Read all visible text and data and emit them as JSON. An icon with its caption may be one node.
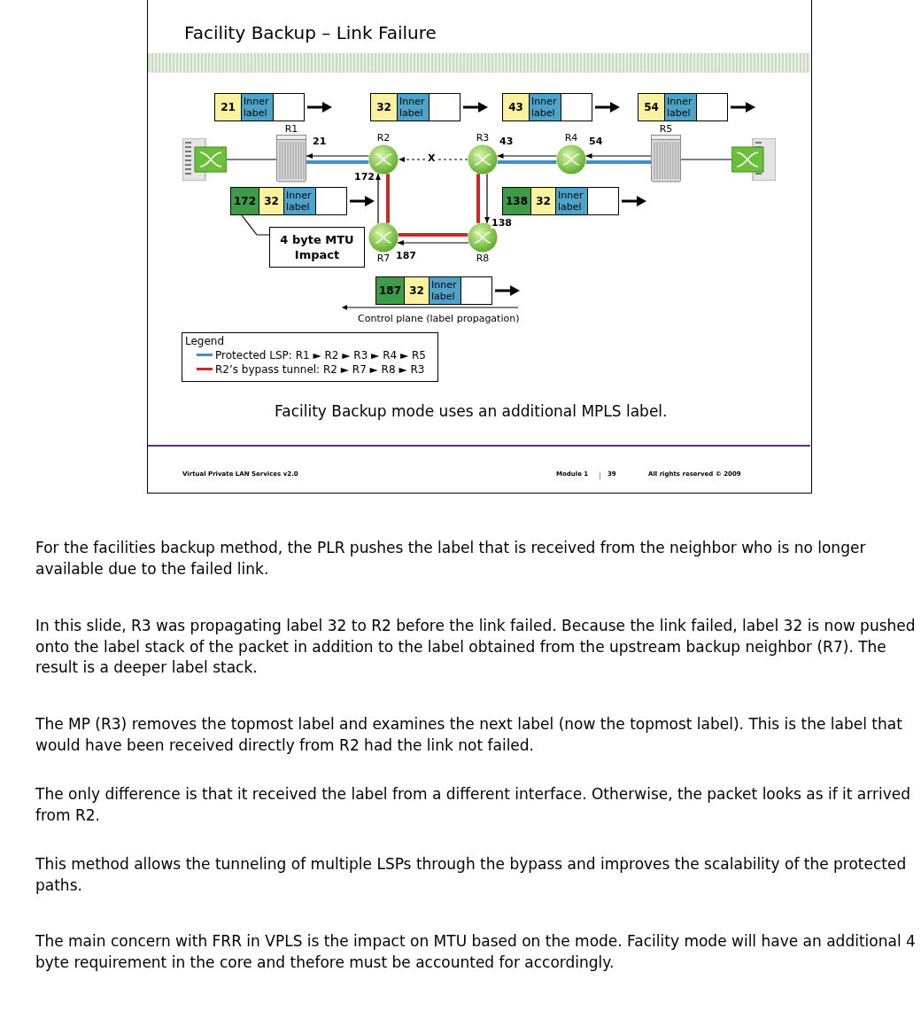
{
  "diagram": {
    "title": "Facility Backup – Link Failure",
    "caption": "Facility Backup mode uses an additional MPLS label.",
    "nodes": [
      {
        "text": [],
        "shape": "box"
      },
      {
        "text": [
          "R1"
        ]
      },
      {
        "text": [
          "R2"
        ]
      },
      {
        "text": [
          "R3"
        ]
      },
      {
        "text": [
          "R4"
        ]
      },
      {
        "text": [
          "R5"
        ]
      },
      {
        "text": [],
        "shape": "box"
      },
      {
        "text": [
          "R7"
        ]
      },
      {
        "text": [
          "R8"
        ]
      },
      {
        "text": [
          "21",
          "Inner label"
        ]
      },
      {
        "text": [
          "32",
          "Inner label"
        ]
      },
      {
        "text": [
          "43",
          "Inner label"
        ]
      },
      {
        "text": [
          "54",
          "Inner label"
        ]
      },
      {
        "text": [
          "172",
          "32",
          "Inner label"
        ]
      },
      {
        "text": [
          "138",
          "32",
          "Inner label"
        ]
      },
      {
        "text": [
          "187",
          "32",
          "Inner label"
        ]
      },
      {
        "text": [
          "4 byte MTU Impact"
        ]
      }
    ],
    "edges": [
      {
        "from": 0,
        "to": 1,
        "arrow": "none"
      },
      {
        "from": 1,
        "to": 2,
        "arrow": "none",
        "style": "thick",
        "color": "#3d8fd0"
      },
      {
        "from": 2,
        "to": 1,
        "arrow": "to",
        "label": "21"
      },
      {
        "from": 3,
        "to": 2,
        "arrow": "to",
        "style": "dashed",
        "label": "X"
      },
      {
        "from": 4,
        "to": 3,
        "arrow": "none",
        "style": "thick",
        "color": "#3d8fd0"
      },
      {
        "from": 4,
        "to": 3,
        "arrow": "to",
        "label": "43"
      },
      {
        "from": 5,
        "to": 4,
        "arrow": "none",
        "style": "thick",
        "color": "#3d8fd0"
      },
      {
        "from": 5,
        "to": 4,
        "arrow": "to",
        "label": "54"
      },
      {
        "from": 5,
        "to": 6,
        "arrow": "none"
      },
      {
        "from": 2,
        "to": 7,
        "arrow": "none",
        "style": "thick",
        "color": "#cc2a2a"
      },
      {
        "from": 7,
        "to": 2,
        "arrow": "to",
        "label": "172"
      },
      {
        "from": 7,
        "to": 8,
        "arrow": "none",
        "style": "thick",
        "color": "#cc2a2a"
      },
      {
        "from": 8,
        "to": 7,
        "arrow": "to",
        "label": "187"
      },
      {
        "from": 8,
        "to": 3,
        "arrow": "none",
        "style": "thick",
        "color": "#cc2a2a"
      },
      {
        "from": 3,
        "to": 8,
        "arrow": "to",
        "label": "138"
      },
      {
        "from": 16,
        "to": 13,
        "arrow": "none"
      }
    ],
    "labels": [
      "Control plane (label propagation)",
      "Legend",
      "Virtual Private LAN Services v2.0",
      "Module 1",
      "39",
      "All rights reserved © 2009",
      "For the facilities backup method, the PLR pushes the label that is received from the neighbor who is no longer available due to the failed link.",
      "In this slide, R3 was propagating label 32 to R2 before the link failed. Because the link failed, label 32 is now pushed onto the label stack of the packet in addition to the label obtained from the upstream backup neighbor (R7). The result is a deeper label stack.",
      "The MP (R3) removes the topmost label and examines the next label (now the topmost label). This is the label that would have been received directly from R2 had the link not failed.",
      "The only difference is that it received the label from a different interface. Otherwise, the packet looks as if it arrived from R2.",
      "This method allows the tunneling of multiple LSPs through the bypass and improves the scalability of the protected paths.",
      "The main concern with FRR in VPLS is the impact on MTU based on the mode. Facility mode will have an additional 4 byte requirement in the core and thefore must be accounted for accordingly."
    ],
    "legend": [
      {
        "text": "Protected LSP: R1 ► R2 ► R3 ► R4 ► R5"
      },
      {
        "text": "R2’s bypass tunnel: R2 ► R7 ► R8 ► R3"
      }
    ]
  }
}
